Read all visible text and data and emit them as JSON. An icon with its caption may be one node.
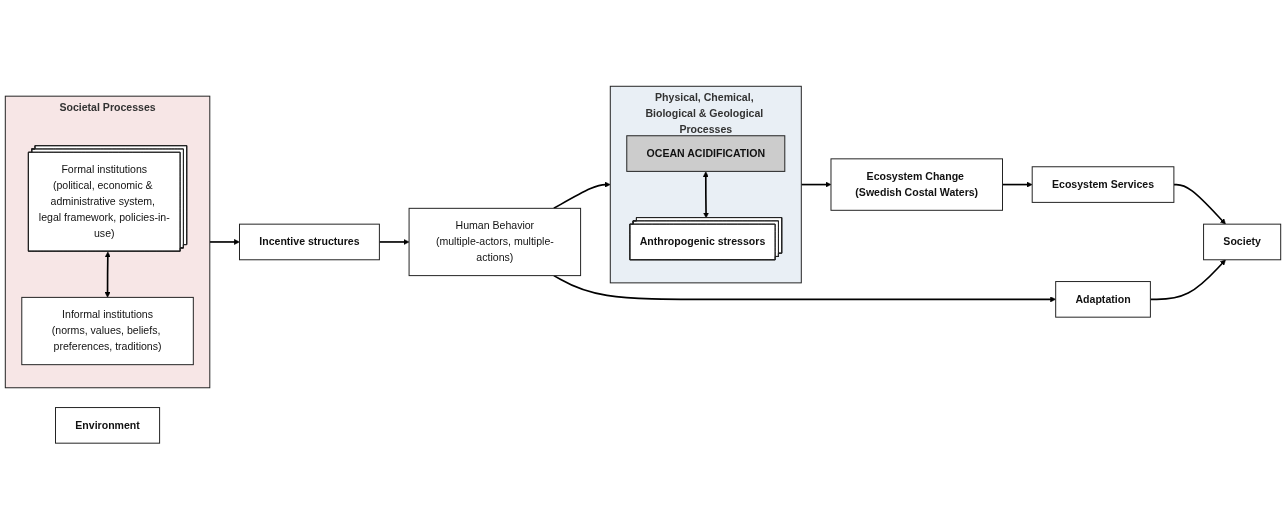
{
  "diagram": {
    "nodes": [
      {
        "text": [
          "Society"
        ]
      },
      {
        "text": [
          "Societal Processes"
        ]
      },
      {
        "text": [
          "Formal institutions",
          "(political, economic & administrative system, legal framework, policies-in-use)"
        ],
        "in": 1
      },
      {
        "text": [
          "Informal institutions",
          "(norms, values, beliefs, preferences, traditions)"
        ],
        "in": 1
      },
      {
        "text": [
          "Incentive structures"
        ]
      },
      {
        "text": [
          "Human Behavior",
          "(multiple-actors, multiple-actions)"
        ]
      },
      {
        "text": [
          "Adaptation"
        ]
      },
      {
        "text": [
          "Ecosystem Services"
        ]
      },
      {
        "text": [
          "Ecosystem Change (Swedish Costal Waters)"
        ]
      },
      {
        "text": [
          "Environment"
        ]
      },
      {
        "text": [
          "Physical, Chemical, Biological & Geological Processes"
        ]
      },
      {
        "text": [
          "OCEAN ACIDIFICATION"
        ],
        "in": 10
      },
      {
        "text": [
          "Anthropogenic stressors"
        ],
        "in": 10
      }
    ],
    "edges": [
      {
        "from": 7,
        "to": 0,
        "arrow": "to"
      },
      {
        "from": 6,
        "to": 0,
        "arrow": "to"
      },
      {
        "from": 5,
        "to": 6,
        "arrow": "to"
      },
      {
        "from": 2,
        "to": 3,
        "arrow": "both"
      },
      {
        "from": 1,
        "to": 4,
        "arrow": "to"
      },
      {
        "from": 4,
        "to": 5,
        "arrow": "to"
      },
      {
        "from": 5,
        "to": 10,
        "arrow": "to"
      },
      {
        "from": 8,
        "to": 7,
        "arrow": "to"
      },
      {
        "from": 10,
        "to": 8,
        "arrow": "to"
      },
      {
        "from": 11,
        "to": 12,
        "arrow": "both"
      }
    ]
  }
}
